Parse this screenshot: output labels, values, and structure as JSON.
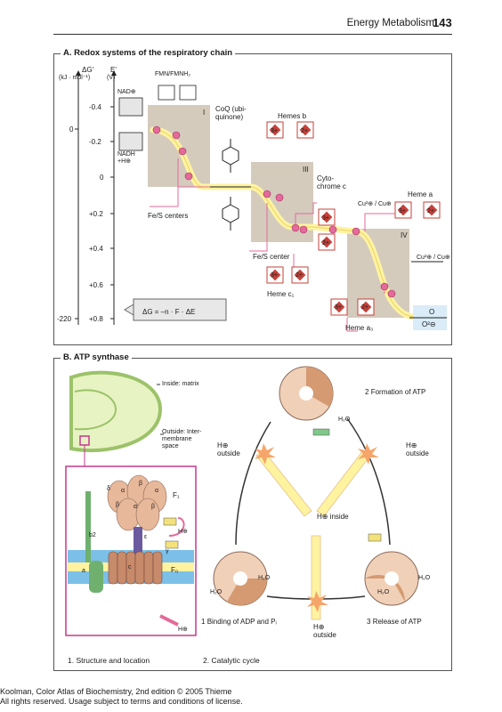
{
  "header": {
    "title": "Energy Metabolism",
    "page_number": "143"
  },
  "panel_a": {
    "title": "A. Redox systems of the respiratory chain",
    "axis_dg_label": "ΔG'",
    "axis_dg_unit": "(kJ · mol⁻¹)",
    "axis_e_label": "E'",
    "axis_e_unit": "(V)",
    "dg_ticks": [
      "0",
      "-220"
    ],
    "e_ticks": [
      "-0.4",
      "-0.2",
      "0",
      "+0.2",
      "+0.4",
      "+0.6",
      "+0.8"
    ],
    "fmn_label": "FMN/FMNH₂",
    "nad_label": "NAD⊕",
    "nadh_label": "NADH +H⊕",
    "complex_labels": [
      "I",
      "III",
      "IV"
    ],
    "coq_label": "CoQ (ubi- quinone)",
    "hemes_b": "Hemes b",
    "cytochrome_c": "Cyto- chrome c",
    "heme_a": "Heme a",
    "fes_centers": "Fe/S centers",
    "fes_center": "Fe/S center",
    "heme_c1": "Heme c₁",
    "heme_a3": "Heme a₃",
    "cu_pair": "Cu²⊕ / Cu⊕",
    "o_label": "O",
    "o2_label": "O²⊖",
    "delta_g_formula": "ΔG = –n · F · ΔE",
    "ox_states": [
      "3+",
      "2+"
    ]
  },
  "panel_b": {
    "title": "B. ATP synthase",
    "inside_label": "Inside: matrix",
    "outside_label": "Outside: Inter- membrane space",
    "subunits": [
      "α",
      "β",
      "δ",
      "γ",
      "ε",
      "a",
      "b2",
      "c"
    ],
    "f1_label": "F₁",
    "f0_label": "F₀",
    "h_label": "H⊕",
    "h_outside": "H⊕ outside",
    "h_inside": "H⊕ inside",
    "h2o": "H₂O",
    "step1": "Binding of ADP and Pᵢ",
    "step2": "Formation of ATP",
    "step3": "Release of ATP",
    "step_nums": [
      "1",
      "2",
      "3"
    ],
    "caption1": "1. Structure and location",
    "caption2": "2. Catalytic cycle"
  },
  "footer": {
    "line1": "Koolman, Color Atlas of Biochemistry, 2nd edition © 2005 Thieme",
    "line2": "All rights reserved. Usage subject to terms and conditions of license."
  },
  "colors": {
    "tan": "#d4cbbd",
    "yellow": "#fff3a0",
    "pink": "#e46a9a",
    "red": "#c6413a",
    "green": "#4f9a55",
    "blue": "#7cc0e8",
    "salmon": "#e8b89a"
  }
}
